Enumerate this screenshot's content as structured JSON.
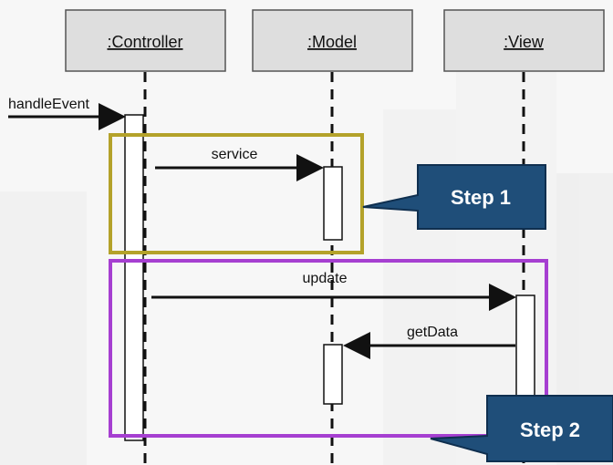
{
  "lifelines": [
    {
      "id": "controller",
      "label": ":Controller"
    },
    {
      "id": "model",
      "label": ":Model"
    },
    {
      "id": "view",
      "label": ":View"
    }
  ],
  "messages": {
    "handle_event": "handleEvent",
    "service": "service",
    "update": "update",
    "get_data": "getData"
  },
  "steps": {
    "step1": "Step 1",
    "step2": "Step 2"
  },
  "colors": {
    "step1_frame": "#b4a22a",
    "step2_frame": "#a63fd1",
    "callout_fill": "#1f4e79",
    "callout_border": "#0f2f4f",
    "lifeline": "#111111"
  }
}
